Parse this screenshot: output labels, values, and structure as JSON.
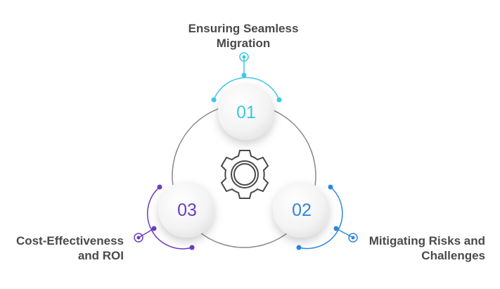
{
  "steps": [
    {
      "number": "01",
      "title_line1": "Ensuring Seamless",
      "title_line2": "Migration",
      "color": "#3ec7e3"
    },
    {
      "number": "02",
      "title_line1": "Mitigating Risks and",
      "title_line2": "Challenges",
      "color": "#2f86df"
    },
    {
      "number": "03",
      "title_line1": "Cost-Effectiveness",
      "title_line2": "and ROI",
      "color": "#6a3bc4"
    }
  ],
  "center_icon": "gear-icon",
  "colors": {
    "ring": "#8a8a8a",
    "text": "#4a4a4a",
    "circle": "#f4f4f4"
  }
}
